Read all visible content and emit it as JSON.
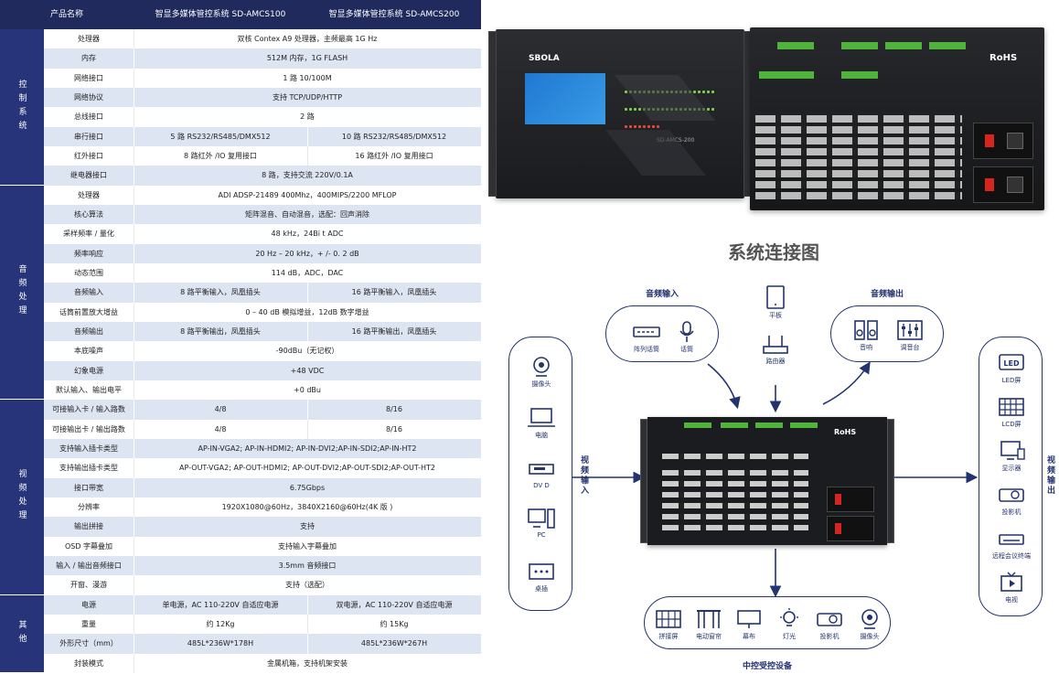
{
  "table": {
    "header": {
      "name": "产品名称",
      "model_a": "智显多媒体管控系统 SD-AMCS100",
      "model_b": "智显多媒体管控系统 SD-AMCS200"
    },
    "groups": [
      {
        "label": "控制系统"
      },
      {
        "label": "音频处理"
      },
      {
        "label": "视频处理"
      },
      {
        "label": "其他"
      }
    ],
    "rows": [
      {
        "label": "处理器",
        "value": "双核 Contex A9 处理器，主频最高 1G Hz"
      },
      {
        "label": "内存",
        "value": "512M 内存，1G FLASH"
      },
      {
        "label": "网络接口",
        "value": "1 路 10/100M"
      },
      {
        "label": "网络协议",
        "value": "支持 TCP/UDP/HTTP"
      },
      {
        "label": "总线接口",
        "value": "2 路"
      },
      {
        "label": "串行接口",
        "a": "5 路 RS232/RS485/DMX512",
        "b": "10 路 RS232/RS485/DMX512"
      },
      {
        "label": "红外接口",
        "a": "8 路红外 /IO 复用接口",
        "b": "16 路红外 /IO 复用接口"
      },
      {
        "label": "继电器接口",
        "value": "8 路，支持交流 220V/0.1A"
      },
      {
        "label": "处理器",
        "value": "ADI ADSP-21489 400Mhz，400MIPS/2200 MFLOP"
      },
      {
        "label": "核心算法",
        "value": "矩阵混音、自动混音，选配：回声消除"
      },
      {
        "label": "采样频率 / 量化",
        "value": "48 kHz，24Bi t ADC"
      },
      {
        "label": "频率响应",
        "value": "20 Hz – 20 kHz，+ /- 0. 2 dB"
      },
      {
        "label": "动态范围",
        "value": "114 dB，ADC，DAC"
      },
      {
        "label": "音频输入",
        "a": "8 路平衡输入，凤凰插头",
        "b": "16 路平衡输入，凤凰插头"
      },
      {
        "label": "话筒前置放大增益",
        "value": "0 – 40 dB 模拟增益，12dB 数字增益"
      },
      {
        "label": "音频输出",
        "a": "8 路平衡输出，凤凰插头",
        "b": "16 路平衡输出，凤凰插头"
      },
      {
        "label": "本底噪声",
        "value": "-90dBu（无记权）"
      },
      {
        "label": "幻象电源",
        "value": "+48 VDC"
      },
      {
        "label": "默认输入、输出电平",
        "value": "+0 dBu"
      },
      {
        "label": "可接输入卡 / 输入路数",
        "a": "4/8",
        "b": "8/16"
      },
      {
        "label": "可接输出卡 / 输出路数",
        "a": "4/8",
        "b": "8/16"
      },
      {
        "label": "支持输入插卡类型",
        "value": "AP-IN-VGA2; AP-IN-HDMI2; AP-IN-DVI2;AP-IN-SDI2;AP-IN-HT2"
      },
      {
        "label": "支持输出插卡类型",
        "value": "AP-OUT-VGA2; AP-OUT-HDMI2; AP-OUT-DVI2;AP-OUT-SDI2;AP-OUT-HT2"
      },
      {
        "label": "接口带宽",
        "value": "6.75Gbps"
      },
      {
        "label": "分辨率",
        "value": "1920X1080@60Hz，3840X2160@60Hz(4K 版 )"
      },
      {
        "label": "输出拼接",
        "value": "支持"
      },
      {
        "label": "OSD 字幕叠加",
        "value": "支持输入字幕叠加"
      },
      {
        "label": "输入 / 输出音频接口",
        "value": "3.5mm 音频接口"
      },
      {
        "label": "开窗、漫游",
        "value": "支持（选配）"
      },
      {
        "label": "电源",
        "a": "单电源，AC 110-220V 自适应电源",
        "b": "双电源，AC 110-220V 自适应电源"
      },
      {
        "label": "重量",
        "a": "约 12Kg",
        "b": "约 15Kg"
      },
      {
        "label": "外形尺寸（mm）",
        "a": "485L*236W*178H",
        "b": "485L*236W*267H"
      },
      {
        "label": "封装模式",
        "value": "金属机箱，支持机架安装"
      }
    ]
  },
  "photo": {
    "unit1": {
      "brand": "SBOLA",
      "model": "SD-AMCS-200"
    },
    "unit2": {
      "mark": "RoHS"
    }
  },
  "diagram": {
    "title": "系统连接图",
    "audio_in": {
      "caption": "音频输入",
      "items": [
        "阵列话筒",
        "话筒"
      ]
    },
    "center_top": {
      "items": [
        "平板",
        "路由器"
      ]
    },
    "audio_out": {
      "caption": "音频输出",
      "items": [
        "音响",
        "调音台"
      ]
    },
    "video_in": {
      "caption": "视频输入",
      "items": [
        "摄像头",
        "电脑",
        "DV D",
        "PC",
        "桌插"
      ]
    },
    "video_out": {
      "caption": "视频输出",
      "items": [
        "LED屏",
        "LCD屏",
        "显示器",
        "投影机",
        "远程会议终端",
        "电视"
      ]
    },
    "controlled": {
      "caption": "中控受控设备",
      "items": [
        "拼接屏",
        "电动窗帘",
        "幕布",
        "灯光",
        "投影机",
        "摄像头"
      ]
    },
    "hub_mark": "RoHS",
    "colors": {
      "navy": "#22336e",
      "table_header": "#202a5c",
      "group": "#27347a",
      "row_alt": "#dde4f2"
    }
  }
}
